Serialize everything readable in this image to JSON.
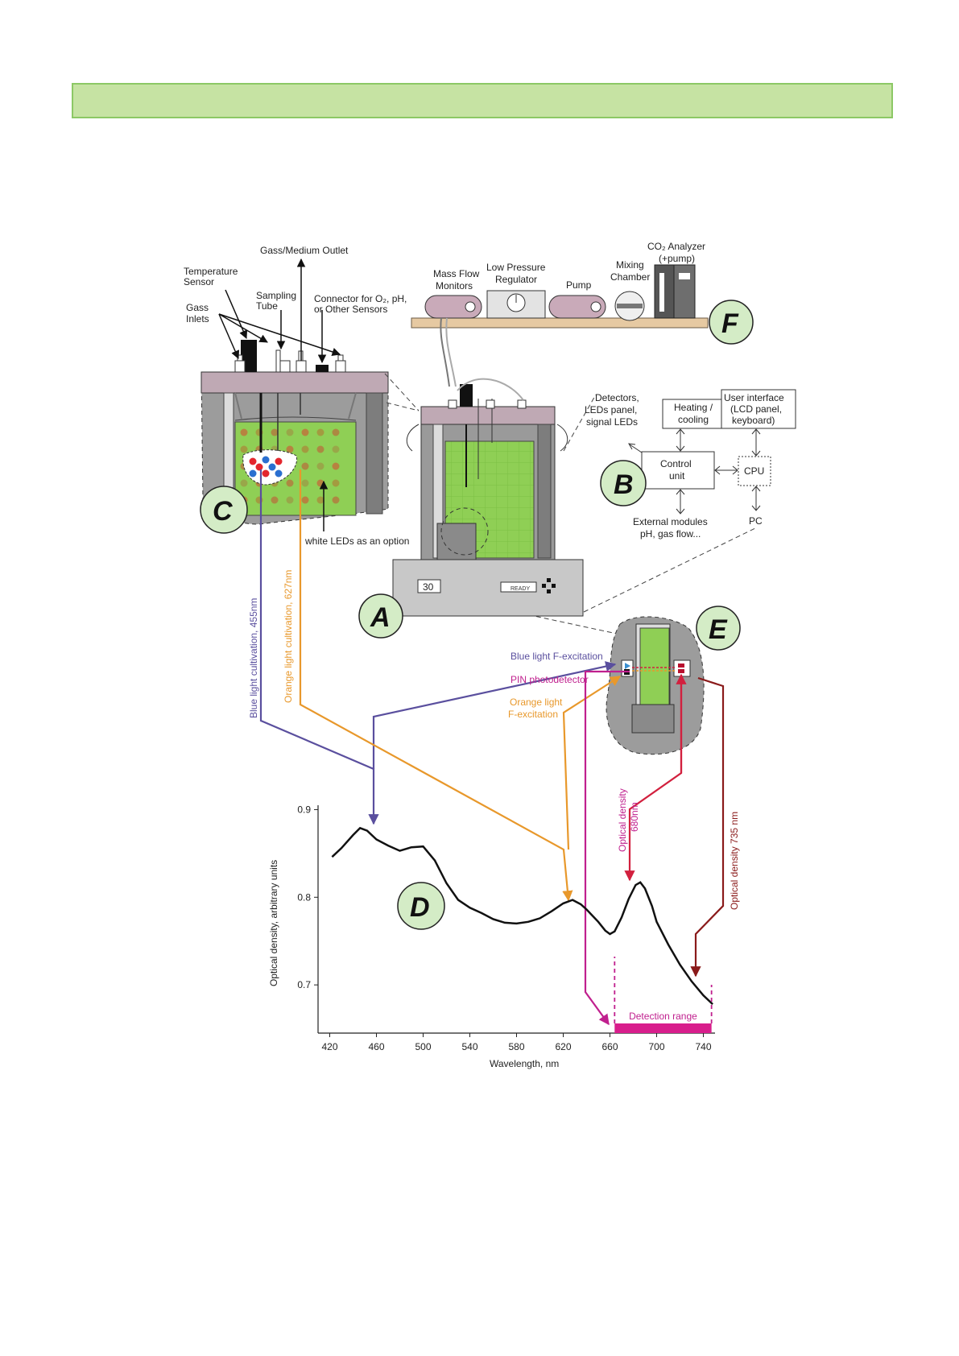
{
  "colors": {
    "banner_fill": "#c6e3a3",
    "banner_border": "#8cc865",
    "badge_fill": "#d4ecc6",
    "culture_green": "#8fcf55",
    "lid": "#bfa9b4",
    "blue_line": "#5a4f9e",
    "orange_line": "#e8982b",
    "magenta_line": "#c0208e",
    "red_line": "#d2203e",
    "darkred_line": "#8a1a1a",
    "detection": "#d81e8c"
  },
  "panel_labels": {
    "A": "A",
    "B": "B",
    "C": "C",
    "D": "D",
    "E": "E",
    "F": "F"
  },
  "labels": {
    "gas_outlet": "Gass/Medium Outlet",
    "temp_sensor_1": "Temperature",
    "temp_sensor_2": "Sensor",
    "sampling_1": "Sampling",
    "sampling_2": "Tube",
    "gas_inlets_1": "Gass",
    "gas_inlets_2": "Inlets",
    "connector_1": "Connector for O₂, pH,",
    "connector_2": "or Other Sensors",
    "white_leds": "white LEDs as an option",
    "mass_flow_1": "Mass Flow",
    "mass_flow_2": "Monitors",
    "low_pressure_1": "Low Pressure",
    "low_pressure_2": "Regulator",
    "pump": "Pump",
    "mixing_1": "Mixing",
    "mixing_2": "Chamber",
    "co2_1": "CO₂ Analyzer",
    "co2_2": "(+pump)",
    "display_value": "30",
    "ready": "READY",
    "detectors_1": "Detectors,",
    "detectors_2": "LEDs panel,",
    "detectors_3": "signal LEDs",
    "heating_1": "Heating /",
    "heating_2": "cooling",
    "user_if_1": "User interface",
    "user_if_2": "(LCD panel,",
    "user_if_3": "keyboard)",
    "control_1": "Control",
    "control_2": "unit",
    "cpu": "CPU",
    "external_1": "External modules",
    "external_2": "pH, gas flow...",
    "pc": "PC",
    "blue_cultivation": "Blue light cultivation, 455nm",
    "orange_cultivation": "Orange light cultivation, 627nm",
    "blue_fexc": "Blue light F-excitation",
    "pin": "PIN photodetector",
    "orange_fexc_1": "Orange light",
    "orange_fexc_2": "F-excitation",
    "od680_1": "Optical density",
    "od680_2": "680nm",
    "od735": "Optical density 735 nm",
    "detection_range": "Detection range"
  },
  "chart_data": {
    "type": "line",
    "title": "",
    "xlabel": "Wavelength, nm",
    "ylabel": "Optical density, arbitrary units",
    "xlim": [
      410,
      750
    ],
    "ylim": [
      0.645,
      0.905
    ],
    "xticks": [
      "420",
      "460",
      "500",
      "540",
      "580",
      "620",
      "660",
      "700",
      "740"
    ],
    "yticks": [
      "0.7",
      "0.8",
      "0.9"
    ],
    "series": [
      {
        "x": [
          422,
          430,
          440,
          446,
          452,
          460,
          470,
          480,
          490,
          500,
          510,
          520,
          530,
          540,
          550,
          560,
          570,
          580,
          590,
          600,
          610,
          620,
          628,
          635,
          640,
          650,
          656,
          660,
          664,
          670,
          676,
          682,
          686,
          690,
          696,
          700,
          710,
          720,
          730,
          740,
          748
        ],
        "y": [
          0.846,
          0.856,
          0.871,
          0.879,
          0.876,
          0.866,
          0.859,
          0.853,
          0.857,
          0.858,
          0.842,
          0.816,
          0.797,
          0.788,
          0.782,
          0.775,
          0.771,
          0.77,
          0.772,
          0.776,
          0.784,
          0.793,
          0.797,
          0.792,
          0.786,
          0.772,
          0.762,
          0.758,
          0.761,
          0.777,
          0.798,
          0.814,
          0.817,
          0.81,
          0.79,
          0.772,
          0.746,
          0.723,
          0.704,
          0.688,
          0.678
        ]
      }
    ],
    "detection_range": [
      664,
      747
    ]
  }
}
